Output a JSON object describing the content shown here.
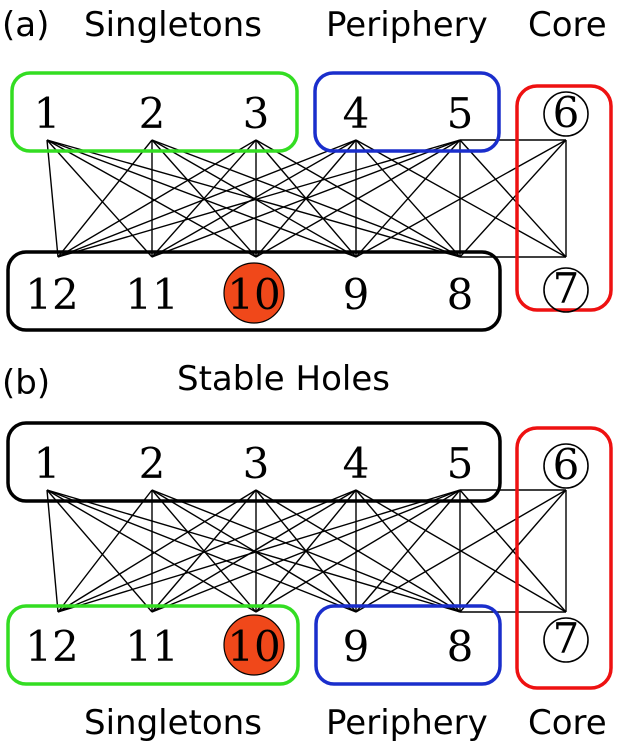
{
  "panels": [
    {
      "id": "a",
      "panel_label": "(a)",
      "labels": {
        "singletons": "Singletons",
        "periphery": "Periphery",
        "core": "Core",
        "center": ""
      },
      "top_nodes": [
        "1",
        "2",
        "3",
        "4",
        "5"
      ],
      "bottom_nodes": [
        "12",
        "11",
        "10",
        "9",
        "8"
      ],
      "core_nodes": [
        "6",
        "7"
      ],
      "highlighted_node": "10",
      "group_colors": {
        "top_box": "#33dd22",
        "top_box_blue": "#1a2ecc",
        "bottom_box": "#000000",
        "core_box": "#ee1111"
      }
    },
    {
      "id": "b",
      "panel_label": "(b)",
      "labels": {
        "singletons": "Singletons",
        "periphery": "Periphery",
        "core": "Core",
        "center": "Stable Holes"
      },
      "top_nodes": [
        "1",
        "2",
        "3",
        "4",
        "5"
      ],
      "bottom_nodes": [
        "12",
        "11",
        "10",
        "9",
        "8"
      ],
      "core_nodes": [
        "6",
        "7"
      ],
      "highlighted_node": "10",
      "group_colors": {
        "top_box": "#000000",
        "bottom_green": "#33dd22",
        "bottom_blue": "#1a2ecc",
        "core_box": "#ee1111"
      }
    }
  ],
  "highlight_color": "#f0481a"
}
